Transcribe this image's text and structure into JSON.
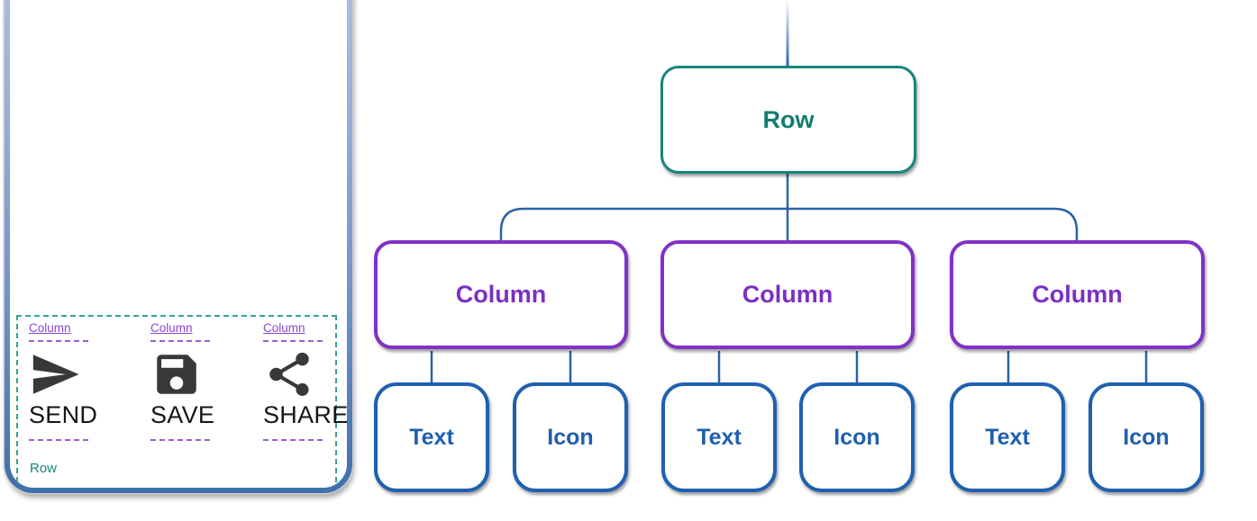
{
  "colors": {
    "teal": "#17857b",
    "purple_node": "#8032c6",
    "purple_label": "#8a46cc",
    "purple_dash": "#9a5fd6",
    "blue_node": "#2060b0",
    "connector_blue": "#2a62a5",
    "teal_dash": "#38a096",
    "icon_black": "#383838",
    "phone_border_top": "#aebfe4",
    "phone_border_bottom": "#3e70ac"
  },
  "phone_preview": {
    "row_label": "Row",
    "columns": [
      {
        "label": "Column",
        "icon": "send-icon",
        "action": "SEND"
      },
      {
        "label": "Column",
        "icon": "save-icon",
        "action": "SAVE"
      },
      {
        "label": "Column",
        "icon": "share-icon",
        "action": "SHARE"
      }
    ]
  },
  "widget_tree": {
    "root": {
      "label": "Row"
    },
    "columns": [
      {
        "label": "Column",
        "children": [
          {
            "label": "Text"
          },
          {
            "label": "Icon"
          }
        ]
      },
      {
        "label": "Column",
        "children": [
          {
            "label": "Text"
          },
          {
            "label": "Icon"
          }
        ]
      },
      {
        "label": "Column",
        "children": [
          {
            "label": "Text"
          },
          {
            "label": "Icon"
          }
        ]
      }
    ]
  }
}
